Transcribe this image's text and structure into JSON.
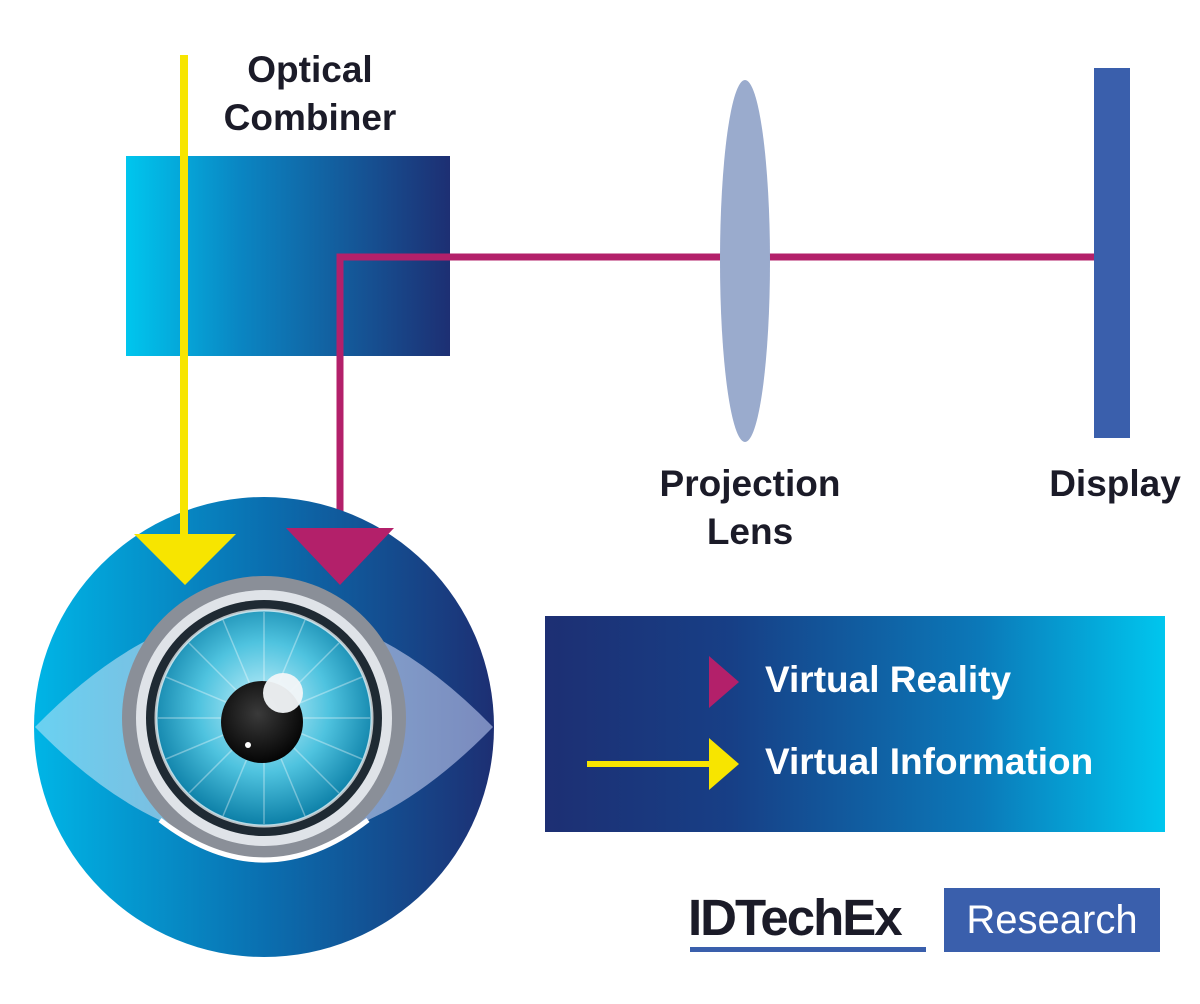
{
  "labels": {
    "optical_combiner": [
      "Optical",
      "Combiner"
    ],
    "projection_lens": [
      "Projection",
      "Lens"
    ],
    "display": "Display"
  },
  "legend": {
    "virtual_reality": "Virtual Reality",
    "virtual_information": "Virtual Information"
  },
  "logo": {
    "brand": "IDTechEx",
    "tag": "Research"
  },
  "colors": {
    "virtual_reality_ray": "#b3206a",
    "virtual_information_ray": "#f7e500",
    "lens": "#9aabcd",
    "display": "#3a5fac",
    "combiner_light": "#00c6ee",
    "combiner_dark": "#1d2f73"
  }
}
